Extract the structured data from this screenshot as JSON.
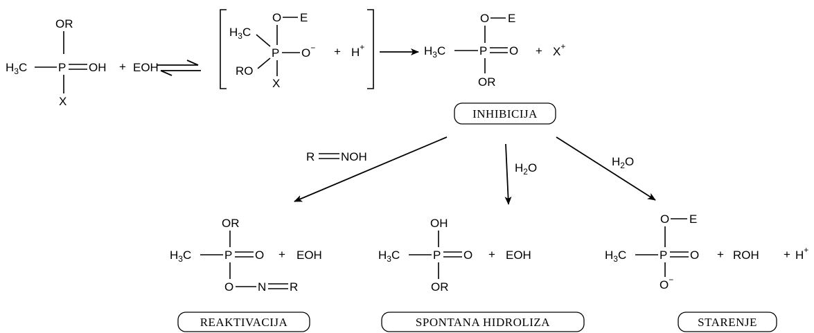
{
  "reactant": {
    "or": "OR",
    "h3c": "H",
    "h3c_sub": "3",
    "c": "C",
    "p": "P",
    "oh": "OH",
    "x": "X",
    "plus": "+",
    "eoh": "EOH"
  },
  "intermediate": {
    "oe_o": "O",
    "oe_e": "E",
    "h3c": "H",
    "h3c_sub": "3",
    "c": "C",
    "p": "P",
    "o_minus": "O",
    "minus": "−",
    "ro": "RO",
    "x": "X",
    "plus": "+",
    "h": "H",
    "h_sup": "+"
  },
  "product_inhibition": {
    "o": "O",
    "e": "E",
    "h3c": "H",
    "h3c_sub": "3",
    "c": "C",
    "p": "P",
    "o_dbl": "O",
    "or": "OR",
    "plus": "+",
    "x": "X",
    "x_sup": "+"
  },
  "labels": {
    "inhibicija": "INHIBICIJA",
    "reaktivacija": "REAKTIVACIJA",
    "spontana_hidroliza": "SPONTANA HIDROLIZA",
    "starenje": "STARENJE"
  },
  "reagents": {
    "oxime_r": "R",
    "oxime_noh": "NOH",
    "water_h": "H",
    "water_sub": "2",
    "water_o": "O"
  },
  "reactivation_product": {
    "or": "OR",
    "h3c": "H",
    "h3c_sub": "3",
    "c": "C",
    "p": "P",
    "o_dbl": "O",
    "plus": "+",
    "eoh": "EOH",
    "o": "O",
    "n": "N",
    "r": "R"
  },
  "hydrolysis_product": {
    "oh": "OH",
    "h3c": "H",
    "h3c_sub": "3",
    "c": "C",
    "p": "P",
    "o_dbl": "O",
    "plus": "+",
    "eoh": "EOH",
    "or": "OR"
  },
  "aging_product": {
    "o": "O",
    "e": "E",
    "h3c": "H",
    "h3c_sub": "3",
    "c": "C",
    "p": "P",
    "o_dbl": "O",
    "plus1": "+",
    "roh": "ROH",
    "plus2": "+",
    "h": "H",
    "h_sup": "+",
    "o_minus": "O",
    "minus": "−"
  }
}
